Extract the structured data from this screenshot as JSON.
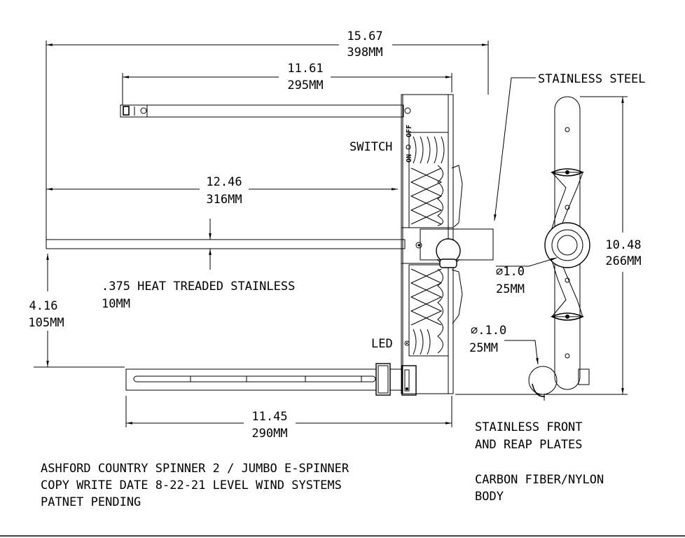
{
  "dimensions": {
    "overall_length": {
      "in": "15.67",
      "mm": "398MM"
    },
    "top_arm": {
      "in": "11.61",
      "mm": "295MM"
    },
    "main_rod": {
      "in": "12.46",
      "mm": "316MM"
    },
    "bottom_arm": {
      "in": "11.45",
      "mm": "290MM"
    },
    "rod_offset": {
      "in": "4.16",
      "mm": "105MM"
    },
    "overall_height": {
      "in": "10.48",
      "mm": "266MM"
    },
    "hub_diameter": {
      "in": "∅1.0",
      "mm": "25MM"
    },
    "hook_diameter": {
      "in": "∅.1.0",
      "mm": "25MM"
    }
  },
  "callouts": {
    "stainless_steel": "STAINLESS STEEL",
    "switch": "SWITCH",
    "switch_on": "ON",
    "switch_off": "OFF",
    "led": "LED",
    "rod_line1": ".375 HEAT TREADED STAINLESS",
    "rod_line2": "10MM"
  },
  "notes": {
    "title_line1": "ASHFORD COUNTRY SPINNER 2 / JUMBO E-SPINNER",
    "title_line2": "COPY WRITE DATE 8-22-21 LEVEL WIND SYSTEMS",
    "title_line3": "PATNET PENDING",
    "plates_line1": "STAINLESS FRONT",
    "plates_line2": "AND REAP PLATES",
    "body_line1": "CARBON FIBER/NYLON",
    "body_line2": "BODY"
  }
}
